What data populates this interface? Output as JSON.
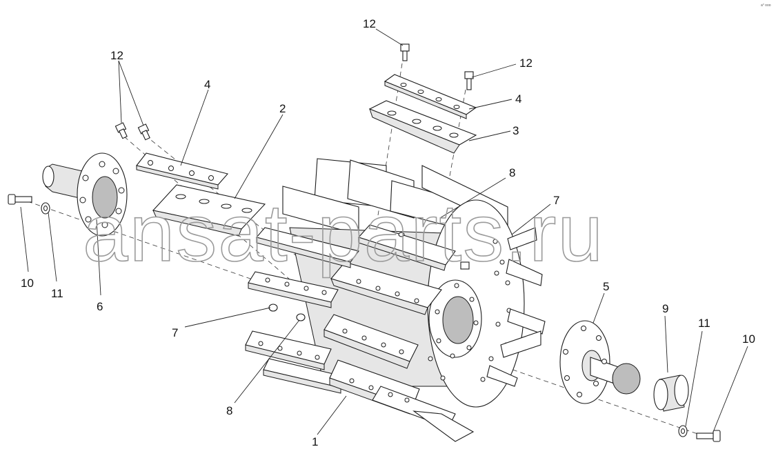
{
  "corner_mark": "a° ooo",
  "watermark": "ansat-parts.ru",
  "callouts": [
    {
      "id": "c12-top",
      "label": "12"
    },
    {
      "id": "c12-right",
      "label": "12"
    },
    {
      "id": "c12-left",
      "label": "12"
    },
    {
      "id": "c4-left",
      "label": "4"
    },
    {
      "id": "c2",
      "label": "2"
    },
    {
      "id": "c4-right",
      "label": "4"
    },
    {
      "id": "c3",
      "label": "3"
    },
    {
      "id": "c8-top",
      "label": "8"
    },
    {
      "id": "c7-right",
      "label": "7"
    },
    {
      "id": "c10-left",
      "label": "10"
    },
    {
      "id": "c11-left",
      "label": "11"
    },
    {
      "id": "c6",
      "label": "6"
    },
    {
      "id": "c7-left",
      "label": "7"
    },
    {
      "id": "c8-bottom",
      "label": "8"
    },
    {
      "id": "c1",
      "label": "1"
    },
    {
      "id": "c5",
      "label": "5"
    },
    {
      "id": "c9",
      "label": "9"
    },
    {
      "id": "c11-right",
      "label": "11"
    },
    {
      "id": "c10-right",
      "label": "10"
    }
  ]
}
